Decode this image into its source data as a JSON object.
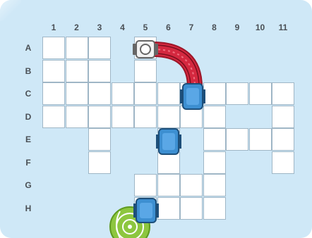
{
  "columns": [
    "1",
    "2",
    "3",
    "4",
    "5",
    "6",
    "7",
    "8",
    "9",
    "10",
    "11"
  ],
  "rows": [
    "A",
    "B",
    "C",
    "D",
    "E",
    "F",
    "G",
    "H"
  ],
  "open_cells": [
    "A1",
    "A2",
    "A3",
    "A5",
    "B1",
    "B2",
    "B3",
    "B5",
    "C1",
    "C2",
    "C3",
    "C4",
    "C5",
    "C6",
    "C7",
    "C8",
    "C9",
    "C10",
    "C11",
    "D1",
    "D2",
    "D3",
    "D4",
    "D5",
    "D6",
    "D7",
    "D8",
    "D11",
    "E3",
    "E6",
    "E8",
    "E9",
    "E10",
    "E11",
    "F3",
    "F6",
    "F8",
    "F11",
    "G5",
    "G6",
    "G7",
    "G8",
    "H5",
    "H6",
    "H7",
    "H8"
  ],
  "pieces": [
    {
      "type": "start-station",
      "cell": "A5",
      "color": "#e8e8e8"
    },
    {
      "type": "curved-track",
      "from": "A5",
      "to": "C7",
      "color": "#d4283f"
    },
    {
      "type": "train-car",
      "cell": "C7",
      "color": "#3d8fd1"
    },
    {
      "type": "train-car",
      "cell": "E6",
      "color": "#3d8fd1"
    },
    {
      "type": "train-car",
      "cell": "H5",
      "color": "#3d8fd1"
    },
    {
      "type": "tunnel-roundabout",
      "cell": "H4",
      "color": "#8dc63f"
    }
  ]
}
